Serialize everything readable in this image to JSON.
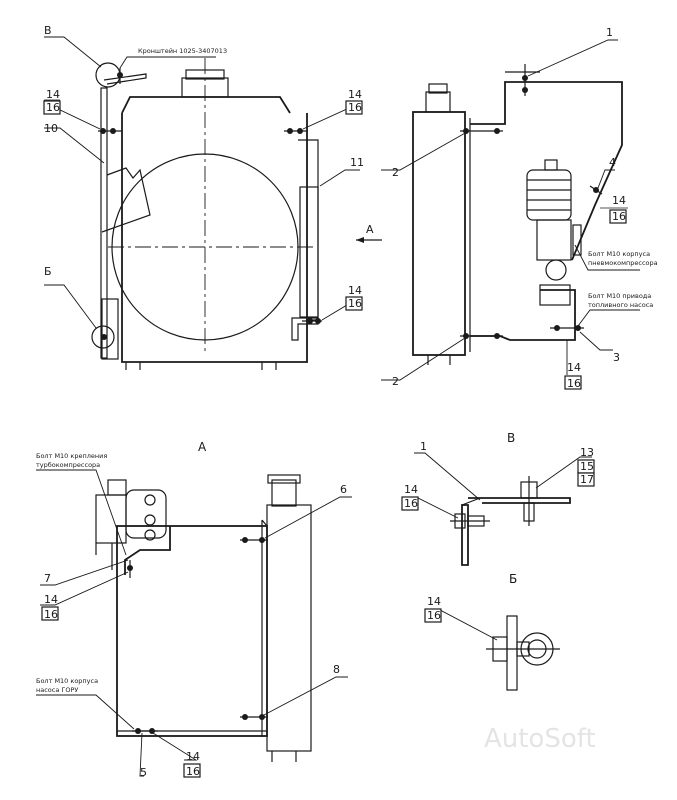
{
  "labels": {
    "v_main": "В",
    "b_main": "Б",
    "a_arrow": "А",
    "bracket_note": "Кронштейн 1025-3407013",
    "n1": "1",
    "n2a": "2",
    "n2b": "2",
    "n3": "3",
    "n4": "4",
    "n10": "10",
    "n11": "11",
    "f14_16_a_top": "14",
    "f14_16_a_bot": "16",
    "f14_16_b_top": "14",
    "f14_16_b_bot": "16",
    "f14_16_c_top": "14",
    "f14_16_c_bot": "16",
    "f14_16_d_top": "14",
    "f14_16_d_bot": "16",
    "f14_16_e_top": "14",
    "f14_16_e_bot": "16",
    "note_compressor_l1": "Болт М10 корпуса",
    "note_compressor_l2": "пневмокомпрессора",
    "note_fuelpump_l1": "Болт М10 привода",
    "note_fuelpump_l2": "топливного насоса",
    "view_a_title": "А",
    "note_turbo_l1": "Болт М10 крепления",
    "note_turbo_l2": "турбокомпрессора",
    "n6": "6",
    "n7": "7",
    "n8": "8",
    "n5": "5",
    "f14_16_f_top": "14",
    "f14_16_f_bot": "16",
    "f14_16_g_top": "14",
    "f14_16_g_bot": "16",
    "note_gor_l1": "Болт М10 корпуса",
    "note_gor_l2": "насоса ГОРУ",
    "view_v_title": "В",
    "v_n1": "1",
    "v_13": "13",
    "v_15": "15",
    "v_17": "17",
    "v_14": "14",
    "v_16": "16",
    "view_b_title": "Б",
    "b_14": "14",
    "b_16": "16",
    "watermark": "AutoSoft"
  }
}
